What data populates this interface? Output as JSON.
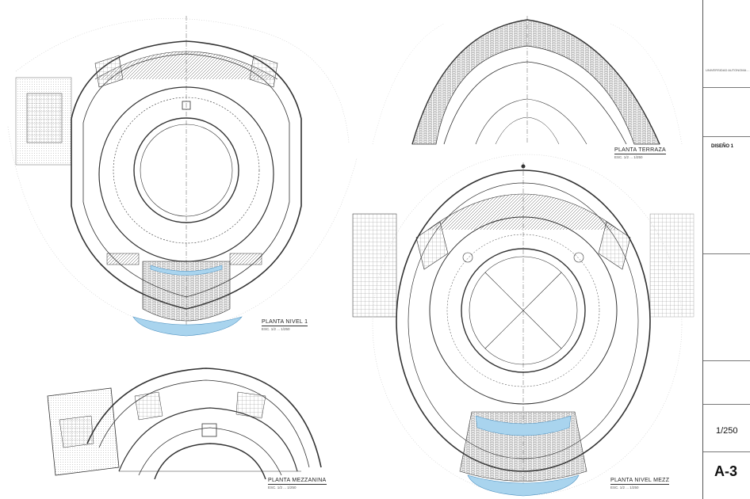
{
  "plans": {
    "nivel1": {
      "title": "PLANTA NIVEL 1",
      "scale": "ESC. 1/2 ... 1/250"
    },
    "terraza": {
      "title": "PLANTA TERRAZA",
      "scale": "ESC. 1/2 ... 1/250"
    },
    "nivel_mezz": {
      "title": "PLANTA NIVEL MEZZ",
      "scale": "ESC. 1/2 ... 1/250"
    },
    "mezzanina": {
      "title": "PLANTA MEZZANINA",
      "scale": "ESC. 1/2 ... 1/250"
    }
  },
  "titleblock": {
    "university": "UNIVERSIDAD AUTONOMA ...",
    "section_label": "DISEÑO 1",
    "scale": "1/250",
    "sheet": "A-3"
  },
  "colors": {
    "seating_highlight": "#a9d4ee",
    "linework": "#333333"
  }
}
